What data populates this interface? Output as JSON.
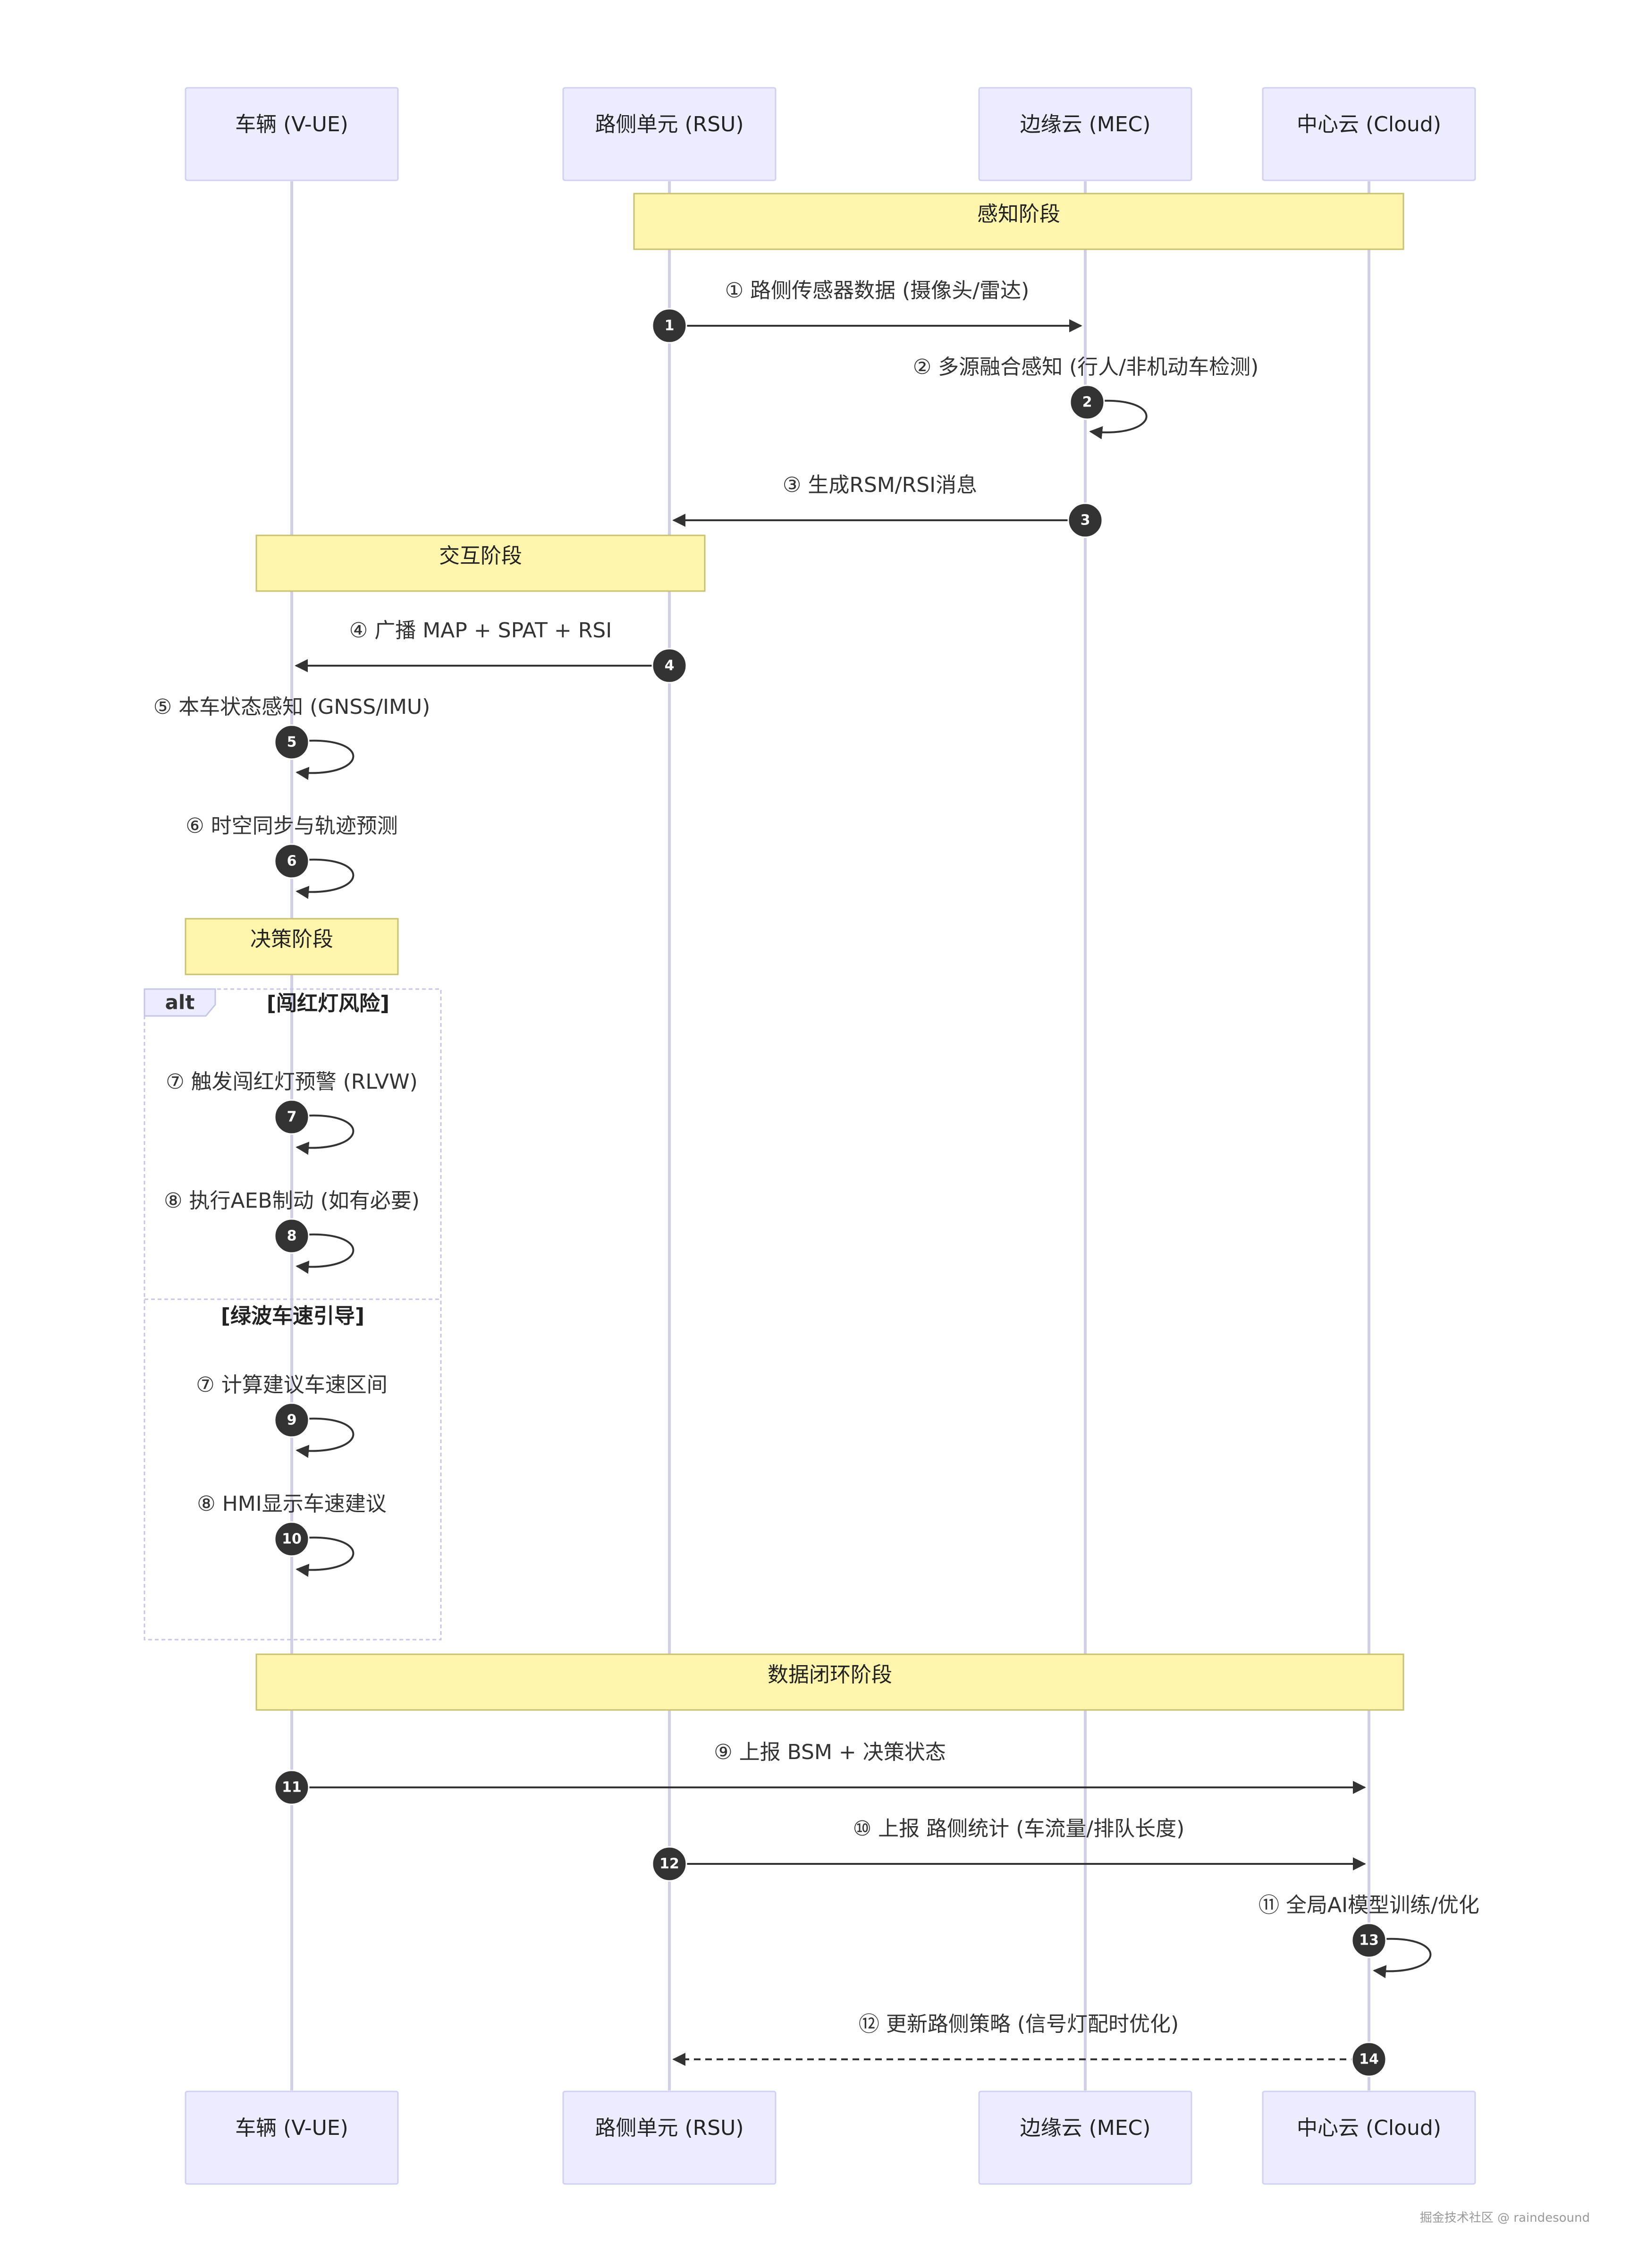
{
  "participants": [
    {
      "id": "vue",
      "label": "车辆 (V-UE)"
    },
    {
      "id": "rsu",
      "label": "路侧单元 (RSU)"
    },
    {
      "id": "mec",
      "label": "边缘云 (MEC)"
    },
    {
      "id": "cloud",
      "label": "中心云 (Cloud)"
    }
  ],
  "notes": [
    {
      "id": "perception",
      "label": "感知阶段",
      "from": "rsu",
      "to": "cloud"
    },
    {
      "id": "interaction",
      "label": "交互阶段",
      "from": "vue",
      "to": "rsu"
    },
    {
      "id": "decision",
      "label": "决策阶段",
      "from": "vue",
      "to": "vue"
    },
    {
      "id": "data_loop",
      "label": "数据闭环阶段",
      "from": "vue",
      "to": "cloud"
    }
  ],
  "alt": {
    "keyword": "alt",
    "condition": "[闯红灯风险]",
    "else_condition": "[绿波车速引导]"
  },
  "messages": [
    {
      "seq": "1",
      "label": "① 路侧传感器数据 (摄像头/雷达)",
      "from": "rsu",
      "to": "mec",
      "style": "solid"
    },
    {
      "seq": "2",
      "label": "② 多源融合感知 (行人/非机动车检测)",
      "from": "mec",
      "to": "mec",
      "style": "self"
    },
    {
      "seq": "3",
      "label": "③ 生成RSM/RSI消息",
      "from": "mec",
      "to": "rsu",
      "style": "solid"
    },
    {
      "seq": "4",
      "label": "④ 广播 MAP + SPAT + RSI",
      "from": "rsu",
      "to": "vue",
      "style": "solid"
    },
    {
      "seq": "5",
      "label": "⑤ 本车状态感知 (GNSS/IMU)",
      "from": "vue",
      "to": "vue",
      "style": "self"
    },
    {
      "seq": "6",
      "label": "⑥ 时空同步与轨迹预测",
      "from": "vue",
      "to": "vue",
      "style": "self"
    },
    {
      "seq": "7",
      "label": "⑦ 触发闯红灯预警 (RLVW)",
      "from": "vue",
      "to": "vue",
      "style": "self"
    },
    {
      "seq": "8",
      "label": "⑧ 执行AEB制动 (如有必要)",
      "from": "vue",
      "to": "vue",
      "style": "self"
    },
    {
      "seq": "9",
      "label": "⑦ 计算建议车速区间",
      "from": "vue",
      "to": "vue",
      "style": "self"
    },
    {
      "seq": "10",
      "label": "⑧ HMI显示车速建议",
      "from": "vue",
      "to": "vue",
      "style": "self"
    },
    {
      "seq": "11",
      "label": "⑨ 上报 BSM + 决策状态",
      "from": "vue",
      "to": "cloud",
      "style": "solid"
    },
    {
      "seq": "12",
      "label": "⑩ 上报 路侧统计 (车流量/排队长度)",
      "from": "rsu",
      "to": "cloud",
      "style": "solid"
    },
    {
      "seq": "13",
      "label": "⑪ 全局AI模型训练/优化",
      "from": "cloud",
      "to": "cloud",
      "style": "self"
    },
    {
      "seq": "14",
      "label": "⑫ 更新路侧策略 (信号灯配时优化)",
      "from": "cloud",
      "to": "rsu",
      "style": "dashed"
    }
  ],
  "watermark": "掘金技术社区 @ raindesound"
}
